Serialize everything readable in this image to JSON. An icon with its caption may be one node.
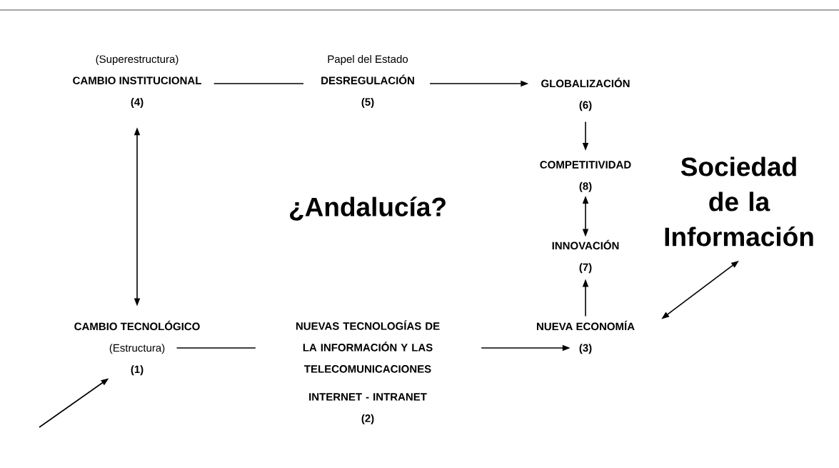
{
  "diagram": {
    "nodes": [
      {
        "text": [
          "(Superestructura)",
          "CAMBIO INSTITUCIONAL",
          "(4)"
        ]
      },
      {
        "text": [
          "Papel del Estado",
          "DESREGULACIÓN",
          "(5)"
        ]
      },
      {
        "text": [
          "GLOBALIZACIÓN",
          "(6)"
        ]
      },
      {
        "text": [
          "COMPETITIVIDAD",
          "(8)"
        ]
      },
      {
        "text": [
          "INNOVACIÓN",
          "(7)"
        ]
      },
      {
        "text": [
          "Sociedad de la Información"
        ]
      },
      {
        "text": [
          "CAMBIO TECNOLÓGICO",
          "(Estructura)",
          "(1)"
        ]
      },
      {
        "text": [
          "NUEVAS TECNOLOGÍAS DE LA INFORMACIÓN Y LAS TELECOMUNICACIONES",
          "INTERNET - INTRANET",
          "(2)"
        ]
      },
      {
        "text": [
          "NUEVA ECONOMÍA",
          "(3)"
        ]
      }
    ],
    "edges": [
      {
        "from": 0,
        "to": 1,
        "arrow": "none"
      },
      {
        "from": 1,
        "to": 2,
        "arrow": "to"
      },
      {
        "from": 0,
        "to": 6,
        "arrow": "both"
      },
      {
        "from": 2,
        "to": 3,
        "arrow": "to"
      },
      {
        "from": 3,
        "to": 4,
        "arrow": "both"
      },
      {
        "from": 8,
        "to": 4,
        "arrow": "to"
      },
      {
        "from": 8,
        "to": 5,
        "arrow": "both"
      },
      {
        "from": 6,
        "to": 7,
        "arrow": "none"
      },
      {
        "from": 7,
        "to": 8,
        "arrow": "to"
      },
      {
        "from": null,
        "to": 6,
        "arrow": "to"
      }
    ],
    "labels": [
      "¿Andalucía?"
    ]
  }
}
